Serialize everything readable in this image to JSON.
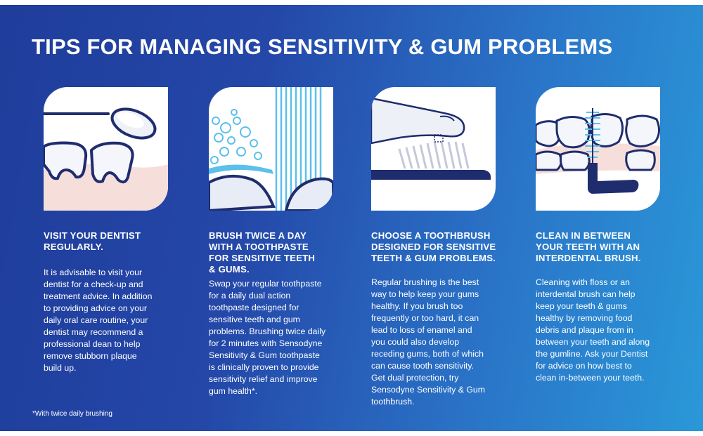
{
  "title": "TIPS FOR MANAGING SENSITIVITY & GUM PROBLEMS",
  "colors": {
    "gradient_start": "#1f3d9b",
    "gradient_end": "#2a98d8",
    "navy": "#1f2c6e",
    "gum_pink": "#f6dedb",
    "bubble_blue": "#5cc0ea"
  },
  "tips": [
    {
      "icon": "dentist-mirror-icon",
      "heading": [
        "VISIT YOUR DENTIST",
        "REGULARLY."
      ],
      "body": [
        "It is advisable to visit your",
        "dentist for a check-up and",
        "treatment advice. In addition",
        "to providing advice on your",
        "daily oral care routine, your",
        "dentist may recommend a",
        "professional dean to help",
        "remove stubborn plaque",
        "build up."
      ]
    },
    {
      "icon": "toothpaste-bubbles-icon",
      "heading": [
        "BRUSH TWICE A DAY",
        "WITH A TOOTHPASTE",
        "FOR SENSITIVE TEETH",
        "& GUMS."
      ],
      "body": [
        "Swap your regular toothpaste",
        "for a daily dual action",
        "toothpaste designed for",
        "sensitive teeth and gum",
        "problems. Brushing twice daily",
        "for 2 minutes with Sensodyne",
        "Sensitivity & Gum toothpaste",
        "is clinically proven to provide",
        "sensitivity relief and improve",
        "gum health*."
      ]
    },
    {
      "icon": "toothbrush-finger-icon",
      "heading": [
        "CHOOSE A TOOTHBRUSH",
        "DESIGNED FOR SENSITIVE",
        "TEETH & GUM PROBLEMS."
      ],
      "body": [
        "Regular brushing is the best",
        "way to help keep your gums",
        "healthy. If you brush too",
        "frequently or too hard, it can",
        "lead to loss of enamel and",
        "you could also develop",
        "receding gums, both of which",
        "can cause tooth sensitivity.",
        "Get dual protection, try",
        "Sensodyne Sensitivity & Gum",
        "toothbrush."
      ]
    },
    {
      "icon": "interdental-brush-icon",
      "heading": [
        "CLEAN IN BETWEEN",
        "YOUR TEETH WITH AN",
        "INTERDENTAL BRUSH."
      ],
      "body": [
        "Cleaning with floss or an",
        "interdental brush can help",
        "keep your teeth & gums",
        "healthy by removing food",
        "debris and plaque from in",
        "between your teeth and along",
        "the gumline. Ask your Dentist",
        "for advice on how best to",
        "clean in-between your teeth."
      ]
    }
  ],
  "footnote": "*With twice daily brushing"
}
